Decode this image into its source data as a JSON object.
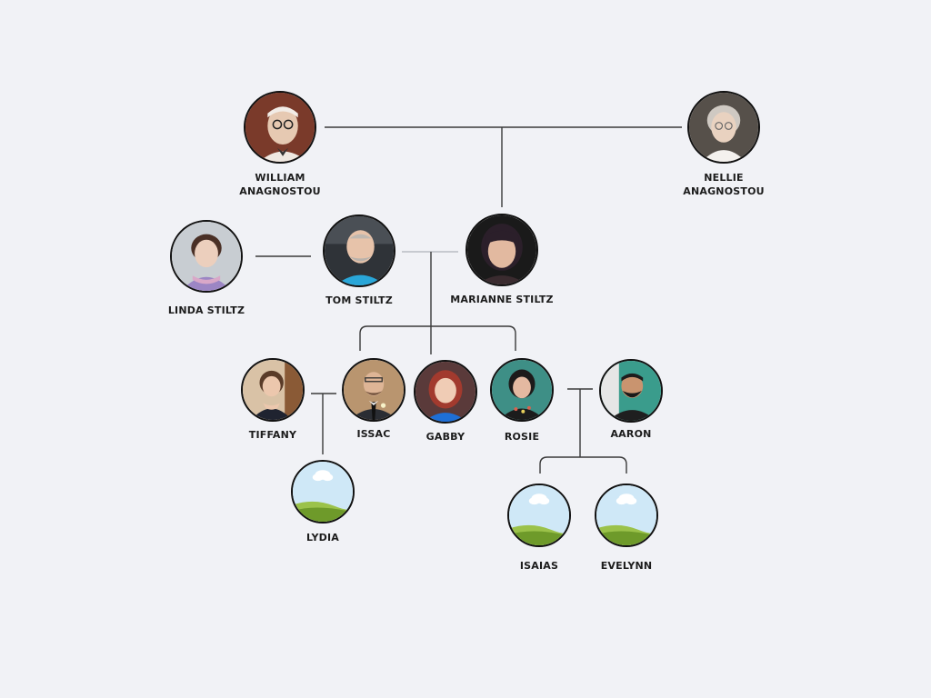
{
  "colors": {
    "background": "#f1f2f6",
    "line": "#3a3a3a",
    "line_light": "#b9bcc3",
    "avatar_border": "#111111"
  },
  "people": {
    "william": {
      "name": "WILLIAM\nANAGNOSTOU",
      "photo": "photo-man-glasses-sepia"
    },
    "nellie": {
      "name": "NELLIE\nANAGNOSTOU",
      "photo": "photo-elderly-woman"
    },
    "linda": {
      "name": "LINDA STILTZ",
      "photo": "photo-woman-short-hair"
    },
    "tom": {
      "name": "TOM STILTZ",
      "photo": "photo-man-in-car"
    },
    "marianne": {
      "name": "MARIANNE STILTZ",
      "photo": "photo-woman-dark-hair"
    },
    "tiffany": {
      "name": "TIFFANY",
      "photo": "photo-woman-dark-dress"
    },
    "issac": {
      "name": "ISSAC",
      "photo": "photo-man-suit"
    },
    "gabby": {
      "name": "GABBY",
      "photo": "photo-woman-red-hair"
    },
    "rosie": {
      "name": "ROSIE",
      "photo": "photo-woman-teal-background"
    },
    "aaron": {
      "name": "AARON",
      "photo": "photo-man-beard"
    },
    "lydia": {
      "name": "LYDIA",
      "photo": "placeholder-landscape"
    },
    "isaias": {
      "name": "ISAIAS",
      "photo": "placeholder-landscape"
    },
    "evelynn": {
      "name": "EVELYNN",
      "photo": "placeholder-landscape"
    }
  }
}
